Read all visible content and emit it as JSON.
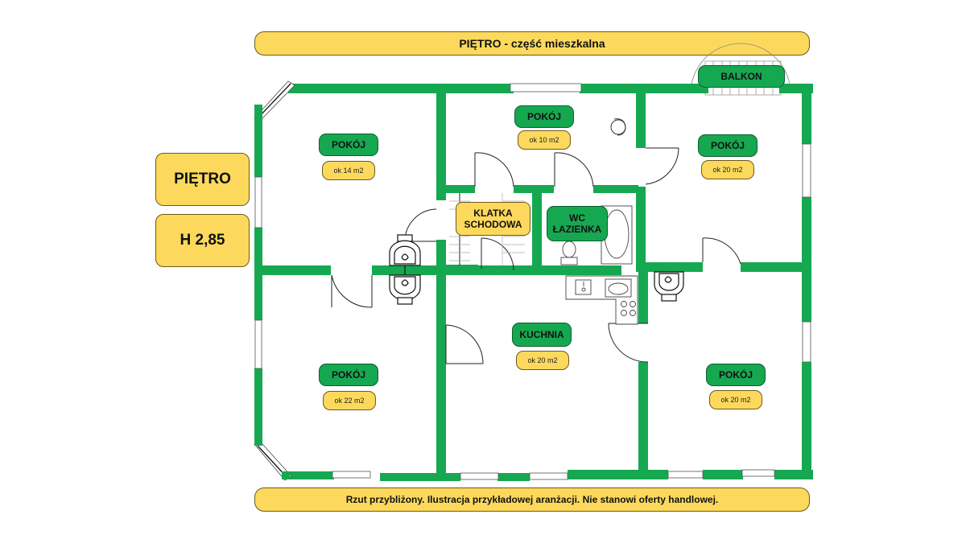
{
  "header": {
    "title": "PIĘTRO - część mieszkalna"
  },
  "side_panel": {
    "floor_label": "PIĘTRO",
    "height_label": "H 2,85"
  },
  "footer": {
    "disclaimer": "Rzut przybliżony. Ilustracja przykładowej aranżacji. Nie stanowi oferty handlowej."
  },
  "colors": {
    "wall": "#16a851",
    "label_green": "#16a851",
    "label_yellow": "#fcd95c",
    "background": "#ffffff"
  },
  "rooms": [
    {
      "id": "room-top-left",
      "name": "POKÓJ",
      "area": "ok 14 m2"
    },
    {
      "id": "room-top-middle",
      "name": "POKÓJ",
      "area": "ok 10 m2"
    },
    {
      "id": "room-top-right",
      "name": "POKÓJ",
      "area": "ok 20 m2"
    },
    {
      "id": "room-bottom-left",
      "name": "POKÓJ",
      "area": "ok 22 m2"
    },
    {
      "id": "kitchen",
      "name": "KUCHNIA",
      "area": "ok 20 m2"
    },
    {
      "id": "room-bottom-right",
      "name": "POKÓJ",
      "area": "ok 20 m2"
    }
  ],
  "staircase": {
    "name_line1": "KLATKA",
    "name_line2": "SCHODOWA"
  },
  "bathroom": {
    "name_line1": "WC",
    "name_line2": "ŁAZIENKA"
  },
  "balcony": {
    "name": "BALKON"
  },
  "icons": [
    "door-swing-icon",
    "window-icon",
    "stove-fireplace-icon",
    "toilet-icon",
    "bathtub-icon",
    "sink-icon",
    "cooktop-icon",
    "armchair-icon",
    "staircase-icon"
  ]
}
